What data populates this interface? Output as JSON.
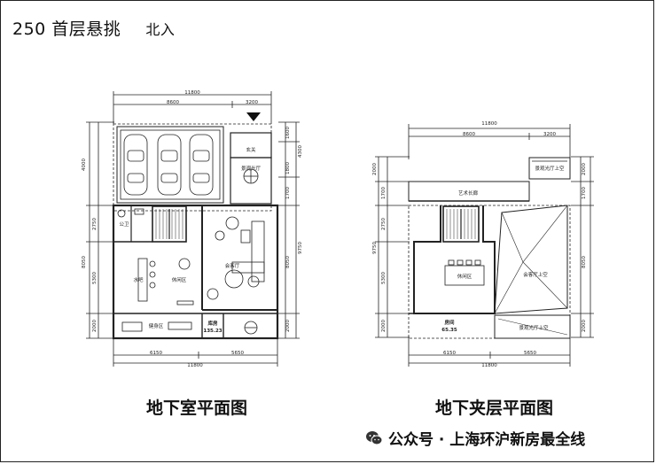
{
  "header": {
    "title": "250 首层悬挑",
    "orientation": "北入"
  },
  "left": {
    "dim_top_total": "11800",
    "dim_top_a": "8600",
    "dim_top_b": "3200",
    "dim_bot_a": "6150",
    "dim_bot_b": "5650",
    "dim_bot_total": "11800",
    "dim_left_1": "4000",
    "dim_left_2": "2750",
    "dim_left_3": "8050",
    "dim_left_4": "5300",
    "dim_left_5": "2000",
    "dim_r_1": "1600",
    "dim_r_2": "4300",
    "dim_r_3": "1800",
    "dim_r_4": "1700",
    "dim_r_5": "9750",
    "dim_r_6": "8050",
    "dim_r_7": "2000",
    "rooms": {
      "xuanguan": "玄关",
      "jingguan": "景观光厅",
      "gongwei": "公卫",
      "kehu": "会客厅",
      "shuiba": "水吧",
      "xiuxian": "休闲区",
      "jianshen": "健身区",
      "kufang": "库房",
      "kufang_area": "135.23"
    },
    "caption": "地下室平面图"
  },
  "right": {
    "dim_top_total": "11800",
    "dim_top_a": "8600",
    "dim_top_b": "3200",
    "dim_bot_a": "6150",
    "dim_bot_b": "5650",
    "dim_bot_total": "11800",
    "dim_left_1": "2000",
    "dim_left_2": "1700",
    "dim_left_3": "2750",
    "dim_left_4": "9750",
    "dim_left_5": "5300",
    "dim_left_6": "2000",
    "dim_r_1": "2000",
    "dim_r_2": "1700",
    "dim_r_3": "8050",
    "dim_r_4": "2000",
    "rooms": {
      "jingguan_top": "景观光厅上空",
      "yishu": "艺术长廊",
      "xiuxian": "休闲区",
      "kehu_void": "会客厅上空",
      "kufang": "房间",
      "kufang_area": "65.35",
      "jingguan_bot": "景观光厅上空"
    },
    "caption": "地下夹层平面图"
  },
  "watermark": {
    "text": "公众号 · 上海环沪新房最全线",
    "icon": "wechat-icon"
  }
}
